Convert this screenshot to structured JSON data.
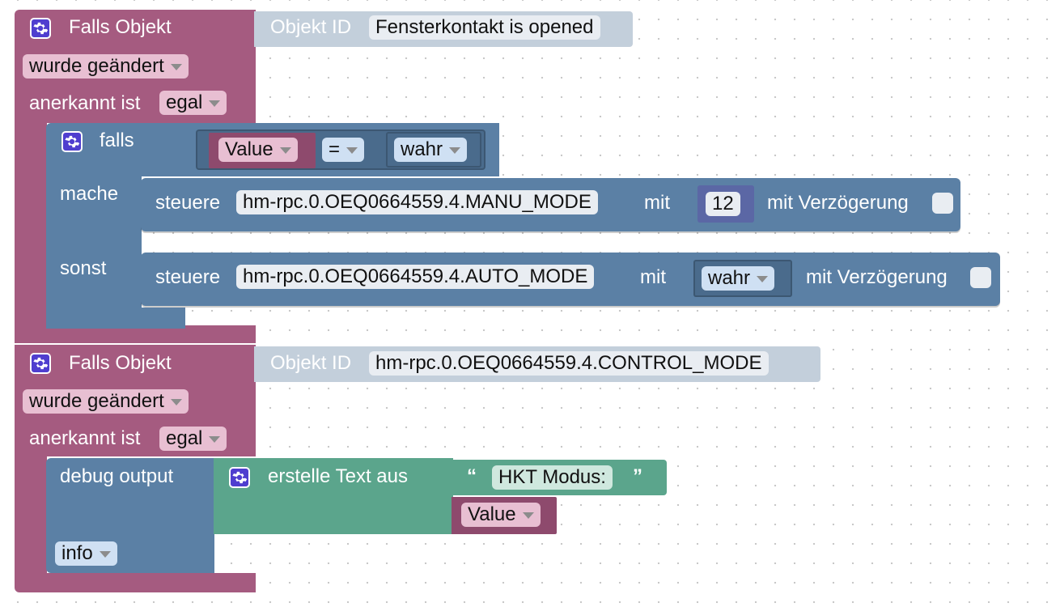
{
  "block1": {
    "title": "Falls Objekt",
    "id_label": "Objekt ID",
    "id_value": "Fensterkontakt is opened",
    "trigger": "wurde geändert",
    "ack_label": "anerkannt ist",
    "ack_value": "egal",
    "if_block": {
      "falls": "falls",
      "compare": {
        "left": "Value",
        "op": "=",
        "right": "wahr"
      },
      "mache": "mache",
      "sonst": "sonst",
      "then_action": {
        "keyword": "steuere",
        "object": "hm-rpc.0.OEQ0664559.4.MANU_MODE",
        "mit": "mit",
        "value": "12",
        "delay_label": "mit Verzögerung"
      },
      "else_action": {
        "keyword": "steuere",
        "object": "hm-rpc.0.OEQ0664559.4.AUTO_MODE",
        "mit": "mit",
        "value": "wahr",
        "delay_label": "mit Verzögerung"
      }
    }
  },
  "block2": {
    "title": "Falls Objekt",
    "id_label": "Objekt ID",
    "id_value": "hm-rpc.0.OEQ0664559.4.CONTROL_MODE",
    "trigger": "wurde geändert",
    "ack_label": "anerkannt ist",
    "ack_value": "egal",
    "debug": {
      "label": "debug output",
      "level": "info",
      "text_block": {
        "label": "erstelle Text aus",
        "open_quote": "“",
        "string": "HKT Modus:",
        "close_quote": "”",
        "value": "Value"
      }
    }
  },
  "colors": {
    "event": "#a55b80",
    "logic": "#5b80a5",
    "text": "#5ba58c",
    "object_id": "#c3cfdb"
  },
  "icons": [
    "gear-icon",
    "dropdown-arrow-icon",
    "checkbox-icon"
  ]
}
